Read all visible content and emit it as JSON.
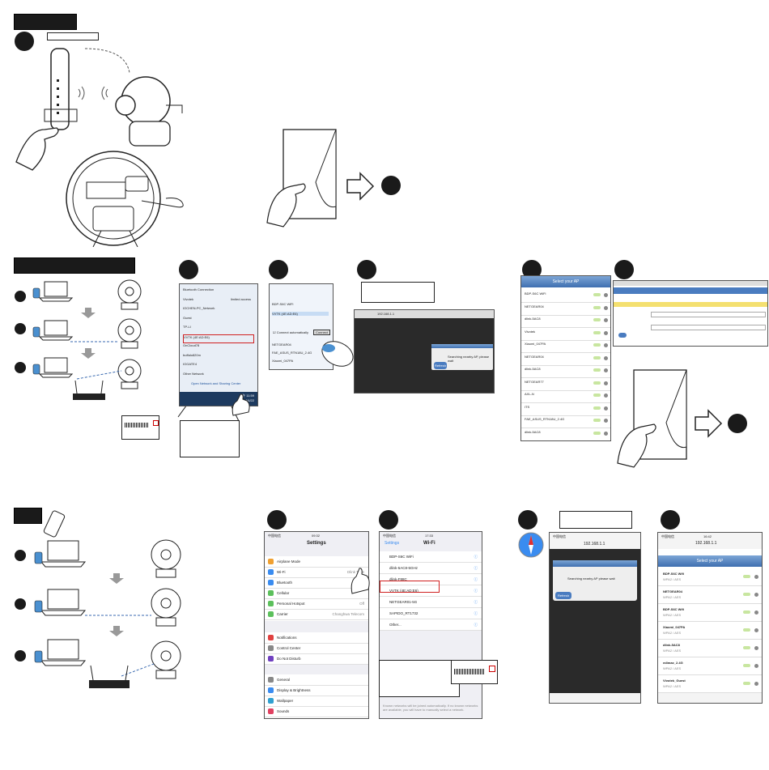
{
  "windows_wifi": {
    "items": [
      {
        "name": "Bluetooth Connection",
        "status": ""
      },
      {
        "name": "Vivotek",
        "status": "limited access"
      },
      {
        "name": "IOCHEN-PC_Network",
        "status": ""
      },
      {
        "name": "Guest",
        "status": ""
      },
      {
        "name": "TP-LI",
        "status": ""
      },
      {
        "name": "VVTK (4E:AD:E6)",
        "status": ""
      },
      {
        "name": "OnCloud78",
        "status": ""
      },
      {
        "name": "buffalo820m",
        "status": ""
      },
      {
        "name": "IOGATE4",
        "status": ""
      },
      {
        "name": "Other Network",
        "status": ""
      }
    ],
    "footer": "Open Network and Sharing Center",
    "clock_time": "上午 11:59",
    "clock_date": "2014/4/22"
  },
  "windows_connect": {
    "items": [
      "BDP-S6C WiFi",
      "VVTK (4E:AD:E6)",
      "NETGEAR04",
      "FAE_ASUS_RTN18U_2.4G",
      "Xiaomi_047PA"
    ],
    "auto_label": "Connect automatically",
    "connect_button": "Connect"
  },
  "browser": {
    "url": "192.168.1.1",
    "searching_message": "Searching nearby AP, please wait",
    "refresh_button": "Refresh"
  },
  "ap_list": {
    "title": "Select your AP",
    "items": [
      "BDP-S6C WiFi",
      "NETGEAR04",
      "dlink-5AC8",
      "Vivotek",
      "Xiaomi_047PA",
      "NETGEAR04",
      "dlink-5AC8",
      "NETGEAR77",
      "AXL-N",
      "ITS",
      "FAE_ASUS_RTN18U_2.4G",
      "dlink-5AC8"
    ]
  },
  "ios_settings": {
    "carrier": "中国电信",
    "time": "09:32",
    "title": "Settings",
    "group1": [
      {
        "label": "Airplane Mode",
        "right": "",
        "color": "#f0a030"
      },
      {
        "label": "Wi-Fi",
        "right": "Dlink Time",
        "color": "#3a8cf0"
      },
      {
        "label": "Bluetooth",
        "right": "",
        "color": "#3a8cf0"
      },
      {
        "label": "Cellular",
        "right": "",
        "color": "#5cc05c"
      },
      {
        "label": "Personal Hotspot",
        "right": "Off",
        "color": "#5cc05c"
      },
      {
        "label": "Carrier",
        "right": "Changhwa Telecom",
        "color": "#5cc05c"
      }
    ],
    "group2": [
      {
        "label": "Notifications",
        "right": "",
        "color": "#e04040"
      },
      {
        "label": "Control Center",
        "right": "",
        "color": "#888888"
      },
      {
        "label": "Do Not Disturb",
        "right": "",
        "color": "#7040c0"
      }
    ],
    "group3": [
      {
        "label": "General",
        "right": "",
        "color": "#888888"
      },
      {
        "label": "Display & Brightness",
        "right": "",
        "color": "#3a8cf0"
      },
      {
        "label": "Wallpaper",
        "right": "",
        "color": "#30a0d0"
      },
      {
        "label": "Sounds",
        "right": "",
        "color": "#e04060"
      }
    ]
  },
  "ios_wifi": {
    "carrier": "中国电信",
    "time": "17:33",
    "back": "Settings",
    "title": "Wi-Fi",
    "networks": [
      "BDP-S6C WiFi",
      "dlink-5AC8-5GHz",
      "dlink-F88C",
      "VVTK (4E:AD:E6)",
      "NETGEAR01-5G",
      "SAPIDO_RT1732",
      "Other..."
    ],
    "footer": "Known networks will be joined automatically. If no known networks are available, you will have to manually select a network."
  },
  "ios_safari": {
    "carrier": "中国电信",
    "url": "192.168.1.1",
    "searching_message": "Searching nearby AP please wait",
    "refresh_button": "Refresh"
  },
  "ios_ap_list": {
    "carrier": "中国电信",
    "time": "16:42",
    "url": "192.168.1.1",
    "title": "Select your AP",
    "items": [
      {
        "name": "BDP-S6C Wifi",
        "sub": "WPA2 / AES"
      },
      {
        "name": "NETGEAR04",
        "sub": "WPA2 / AES"
      },
      {
        "name": "BDP-S6C Wifi",
        "sub": "WPA2 / AES"
      },
      {
        "name": "Xiaomi_047PA",
        "sub": "WPA2 / AES"
      },
      {
        "name": "dlink-5AC8",
        "sub": "WPA2 / AES"
      },
      {
        "name": "edimax_2.4G",
        "sub": "WPA2 / AES"
      },
      {
        "name": "Vivotek_Guest",
        "sub": "WPA2 / AES"
      }
    ]
  }
}
